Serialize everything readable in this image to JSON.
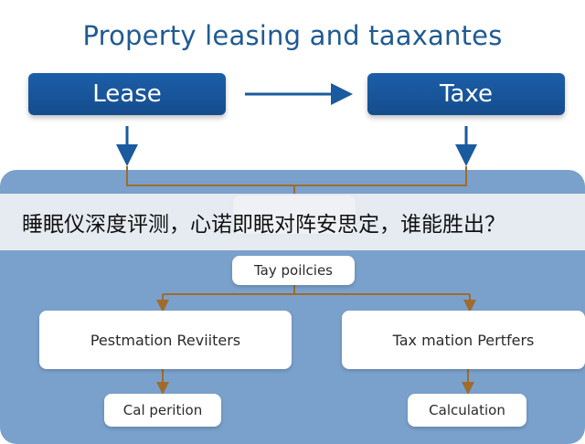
{
  "title": "Property leasing and taaxantes",
  "top_boxes": {
    "left": "Lease",
    "right": "Taxe"
  },
  "nodes": {
    "policies": "Tay poilcies",
    "left_mid": "Pestmation Reviiters",
    "right_mid": "Tax mation Pertfers",
    "left_bottom": "Cal perition",
    "right_bottom": "Calculation"
  },
  "overlay_caption": "睡眠仪深度评测，心诺即眠对阵安思定，谁能胜出？",
  "colors": {
    "title": "#1f5a94",
    "top_box": "#1a589e",
    "panel": "#7aa1cc",
    "connector_brown": "#a06b2c",
    "arrow_blue": "#1a5a9e"
  }
}
